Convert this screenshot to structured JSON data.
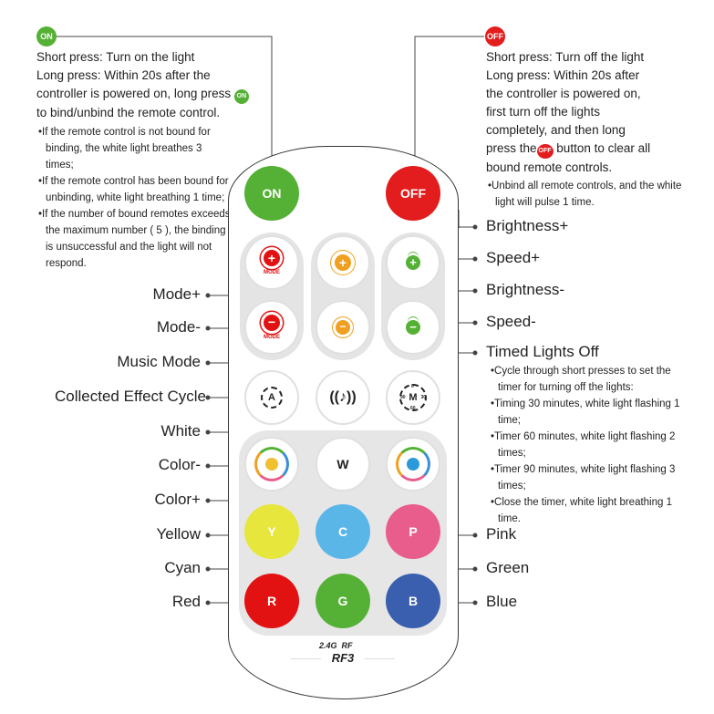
{
  "on_note": {
    "badge": "ON",
    "lines": [
      "Short press: Turn on the light",
      "Long press: Within 20s after the",
      "controller is powered on, long press",
      "to bind/unbind the remote control."
    ],
    "bullets": [
      "•If the remote control is not bound for binding, the white light breathes 3 times;",
      "•If the remote control has been bound for unbinding, white light breathing 1 time;",
      "•If the number of bound remotes exceeds the maximum number ( 5 ), the binding is unsuccessful and the light will not respond."
    ]
  },
  "off_note": {
    "badge": "OFF",
    "lines": [
      "Short press: Turn off the light",
      "Long press: Within 20s after",
      "the controller is powered on,",
      "first turn off the lights",
      "completely, and then long",
      "press the",
      "button to clear all",
      "bound remote controls."
    ],
    "bullets": [
      "•Unbind all remote controls, and the white light will pulse 1 time."
    ]
  },
  "timer_note": [
    "•Cycle through short presses to set the timer for turning off the lights:",
    "•Timing 30 minutes, white light flashing 1 time;",
    "•Timer 60 minutes, white light flashing 2 times;",
    "•Timer 90 minutes, white light flashing 3 times;",
    "•Close the timer, white light breathing 1 time."
  ],
  "left_labels": [
    "Mode+",
    "Mode-",
    "Music Mode",
    "Collected Effect Cycle",
    "White",
    "Color-",
    "Color+",
    "Yellow",
    "Cyan",
    "Red"
  ],
  "right_labels": [
    "Brightness+",
    "Speed+",
    "Brightness-",
    "Speed-",
    "Timed Lights Off",
    "Pink",
    "Green",
    "Blue"
  ],
  "buttons": {
    "on": "ON",
    "off": "OFF",
    "mode": "MODE",
    "auto": "A",
    "timer": "M",
    "t0": "0",
    "t30": "30",
    "t60": "60",
    "t90": "90",
    "white": "W",
    "yellow": "Y",
    "cyan": "C",
    "pink": "P",
    "red": "R",
    "green": "G",
    "blue": "B"
  },
  "brand": {
    "rf": "2.4G  RF",
    "model": "RF3"
  },
  "colors": {
    "on": "#55b135",
    "off": "#e31d1d",
    "yellow": "#e6e63c",
    "cyan": "#5bb6e8",
    "pink": "#e85d8c",
    "red": "#e31212",
    "green": "#55b135",
    "blue": "#3a5fae",
    "bright": "#f0a020"
  }
}
